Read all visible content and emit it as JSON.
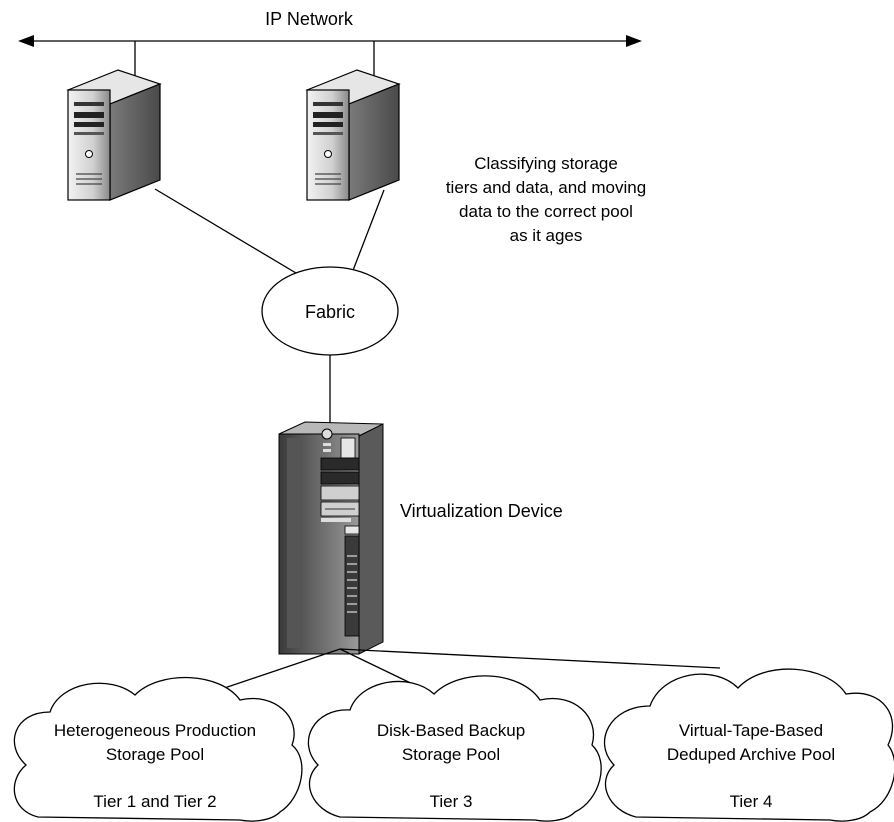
{
  "network": {
    "label": "IP Network"
  },
  "annotation": {
    "lines": [
      "Classifying storage",
      "tiers and data, and moving",
      "data to the correct pool",
      "as it ages"
    ]
  },
  "fabric": {
    "label": "Fabric"
  },
  "virtualization_device": {
    "label": "Virtualization Device"
  },
  "pools": [
    {
      "lines": [
        "Heterogeneous Production",
        "Storage Pool"
      ],
      "tier": "Tier 1 and Tier 2"
    },
    {
      "lines": [
        "Disk-Based Backup",
        "Storage Pool"
      ],
      "tier": "Tier 3"
    },
    {
      "lines": [
        "Virtual-Tape-Based",
        "Deduped Archive Pool"
      ],
      "tier": "Tier 4"
    }
  ]
}
